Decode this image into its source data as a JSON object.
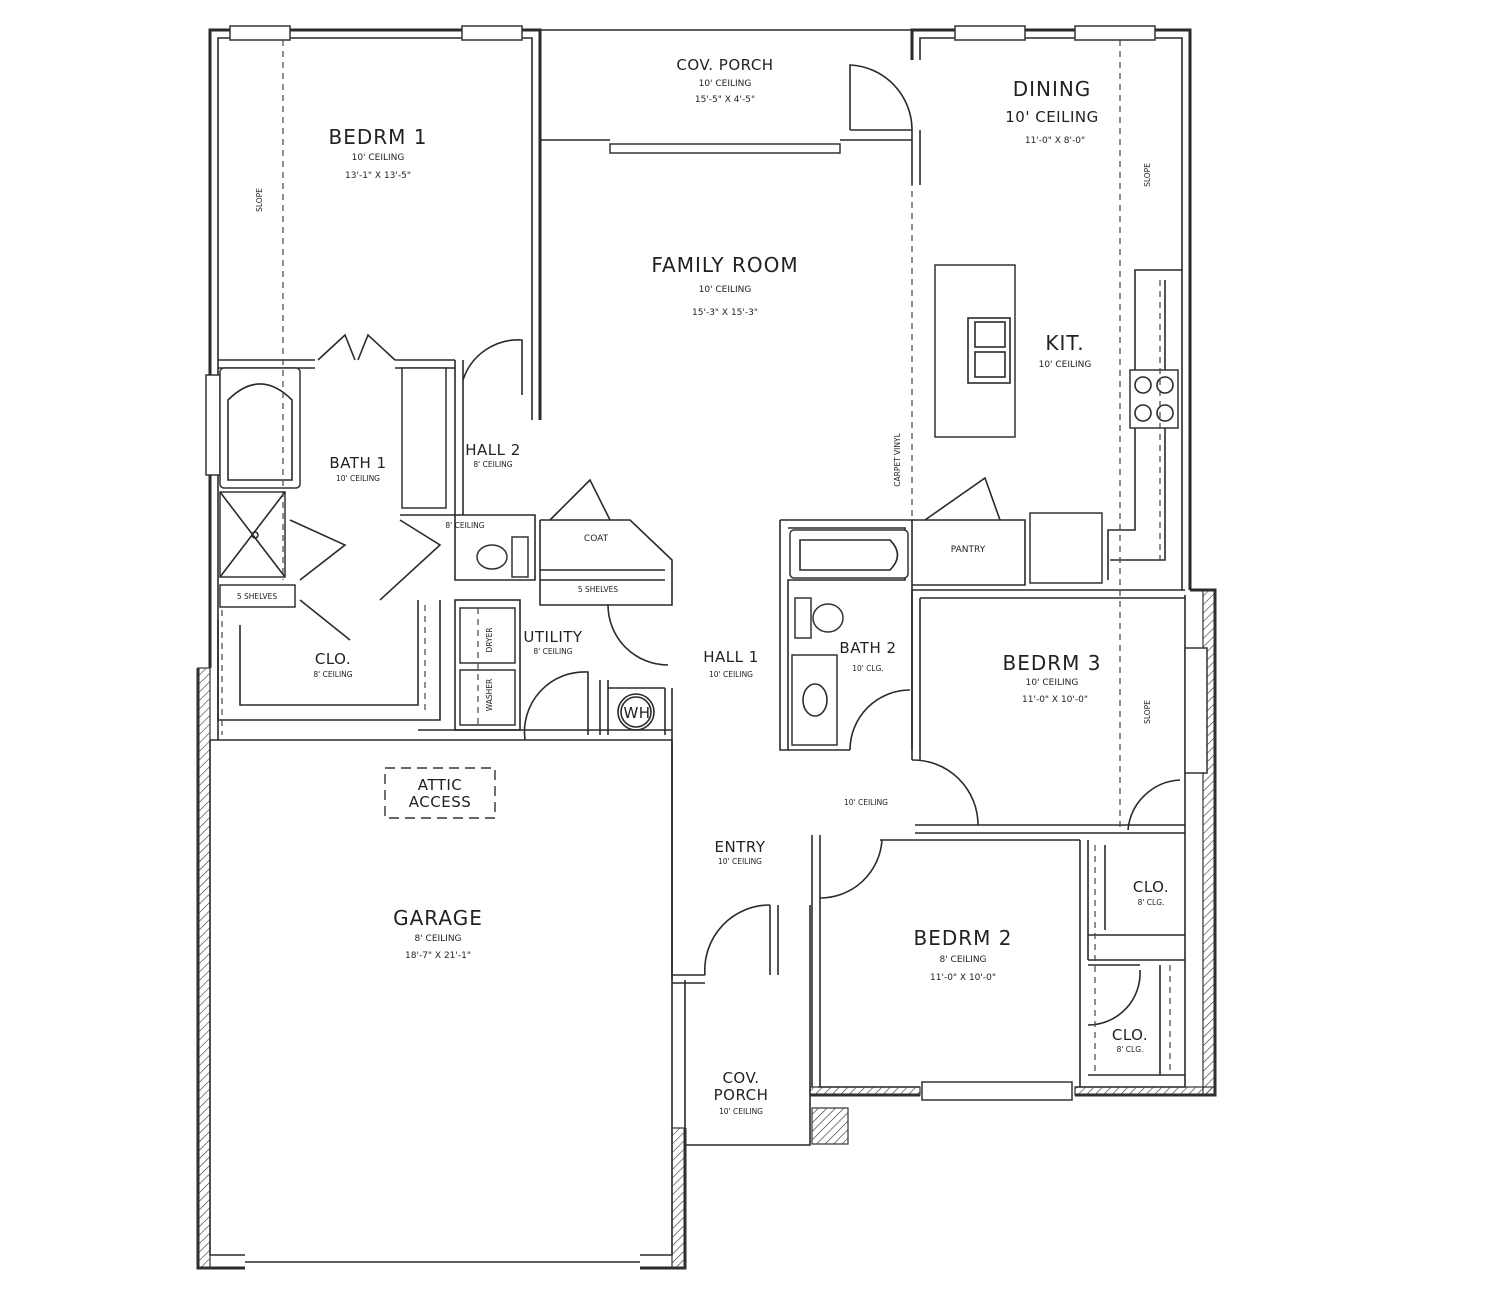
{
  "rooms": {
    "cov_porch_rear": {
      "name": "COV. PORCH",
      "ceiling": "10' CEILING",
      "dims": "15'-5\" X 4'-5\""
    },
    "dining": {
      "name": "DINING",
      "ceiling": "10' CEILING",
      "dims": "11'-0\" X 8'-0\""
    },
    "bedrm1": {
      "name": "BEDRM 1",
      "ceiling": "10' CEILING",
      "dims": "13'-1\" X 13'-5\""
    },
    "family_room": {
      "name": "FAMILY ROOM",
      "ceiling": "10' CEILING",
      "dims": "15'-3\" X 15'-3\""
    },
    "kit": {
      "name": "KIT.",
      "ceiling": "10' CEILING"
    },
    "bath1": {
      "name": "BATH 1",
      "ceiling": "10' CEILING"
    },
    "hall2": {
      "name": "HALL 2",
      "ceiling": "8' CEILING"
    },
    "wc_ceiling": "8' CEILING",
    "coat": {
      "name": "COAT"
    },
    "pantry": {
      "name": "PANTRY"
    },
    "shelves1": "5 SHELVES",
    "shelves2": "5 SHELVES",
    "clo_master": {
      "name": "CLO.",
      "ceiling": "8' CEILING"
    },
    "utility": {
      "name": "UTILITY",
      "ceiling": "8' CEILING"
    },
    "hall1": {
      "name": "HALL 1",
      "ceiling": "10' CEILING"
    },
    "bath2": {
      "name": "BATH 2",
      "ceiling": "10' CLG."
    },
    "bedrm3": {
      "name": "BEDRM 3",
      "ceiling": "10' CEILING",
      "dims": "11'-0\" X 10'-0\""
    },
    "hall_ceiling": "10' CEILING",
    "wh": "WH",
    "attic": {
      "line1": "ATTIC",
      "line2": "ACCESS"
    },
    "entry": {
      "name": "ENTRY",
      "ceiling": "10' CEILING"
    },
    "garage": {
      "name": "GARAGE",
      "ceiling": "8' CEILING",
      "dims": "18'-7\" X 21'-1\""
    },
    "bedrm2": {
      "name": "BEDRM 2",
      "ceiling": "8' CEILING",
      "dims": "11'-0\" X 10'-0\""
    },
    "clo2": {
      "name": "CLO.",
      "ceiling": "8' CLG."
    },
    "clo3": {
      "name": "CLO.",
      "ceiling": "8' CLG."
    },
    "cov_porch_front": {
      "line1": "COV.",
      "line2": "PORCH",
      "ceiling": "10' CEILING"
    }
  },
  "annotations": {
    "slope": "SLOPE",
    "carpet_vinyl": "CARPET VINYL",
    "washer": "WASHER",
    "dryer": "DRYER"
  }
}
